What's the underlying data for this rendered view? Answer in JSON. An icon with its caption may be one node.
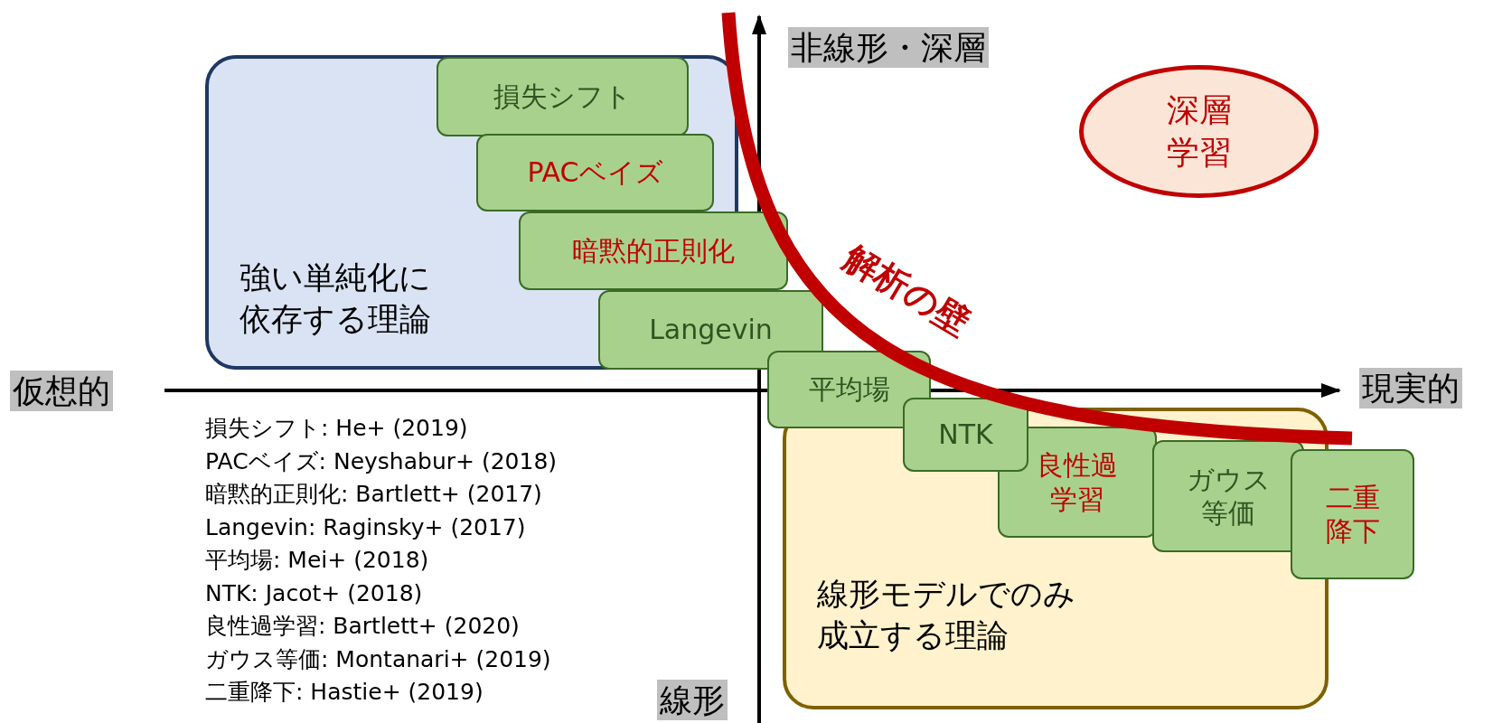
{
  "diagram": {
    "nodes": [
      {
        "text": [
          "強い単純化に依存する理論"
        ]
      },
      {
        "text": [
          "線形モデルでのみ成立する理論"
        ]
      },
      {
        "text": [
          "深層学習"
        ]
      },
      {
        "text": [
          "損失シフト"
        ],
        "in": 0
      },
      {
        "text": [
          "PACベイズ"
        ],
        "in": 0
      },
      {
        "text": [
          "暗黙的正則化"
        ]
      },
      {
        "text": [
          "Langevin"
        ]
      },
      {
        "text": [
          "平均場"
        ]
      },
      {
        "text": [
          "NTK"
        ]
      },
      {
        "text": [
          "良性過学習"
        ],
        "in": 1
      },
      {
        "text": [
          "ガウス等価"
        ],
        "in": 1
      },
      {
        "text": [
          "二重降下"
        ]
      }
    ],
    "labels": [
      "非線形・深層",
      "解析の壁",
      "仮想的",
      "現実的",
      "損失シフト: He+ (2019)",
      "PACベイズ: Neyshabur+ (2018)",
      "暗黙的正則化: Bartlett+ (2017)",
      "Langevin: Raginsky+ (2017)",
      "平均場: Mei+ (2018)",
      "NTK: Jacot+ (2018)",
      "良性過学習: Bartlett+ (2020)",
      "ガウス等価: Montanari+ (2019)",
      "二重降下: Hastie+ (2019)",
      "線形"
    ]
  }
}
